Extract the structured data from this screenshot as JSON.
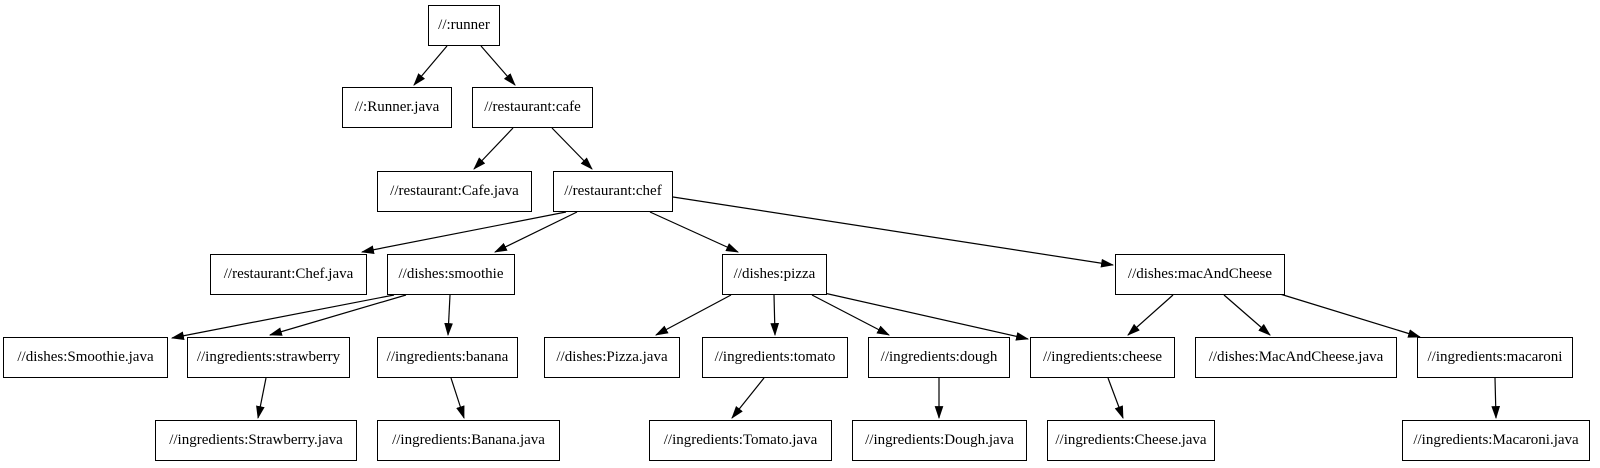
{
  "diagram": {
    "kind": "build-dependency-graph",
    "colors": {
      "background": "#ffffff",
      "node_fill": "#ffffff",
      "node_border": "#000000",
      "edge": "#000000",
      "text": "#000000"
    },
    "nodes": [
      {
        "id": "runner",
        "label": "//:runner"
      },
      {
        "id": "runner-java",
        "label": "//:Runner.java"
      },
      {
        "id": "cafe",
        "label": "//restaurant:cafe"
      },
      {
        "id": "cafe-java",
        "label": "//restaurant:Cafe.java"
      },
      {
        "id": "chef",
        "label": "//restaurant:chef"
      },
      {
        "id": "chef-java",
        "label": "//restaurant:Chef.java"
      },
      {
        "id": "smoothie",
        "label": "//dishes:smoothie"
      },
      {
        "id": "pizza",
        "label": "//dishes:pizza"
      },
      {
        "id": "mac-and-cheese",
        "label": "//dishes:macAndCheese"
      },
      {
        "id": "smoothie-java",
        "label": "//dishes:Smoothie.java"
      },
      {
        "id": "strawberry",
        "label": "//ingredients:strawberry"
      },
      {
        "id": "banana",
        "label": "//ingredients:banana"
      },
      {
        "id": "pizza-java",
        "label": "//dishes:Pizza.java"
      },
      {
        "id": "tomato",
        "label": "//ingredients:tomato"
      },
      {
        "id": "dough",
        "label": "//ingredients:dough"
      },
      {
        "id": "cheese",
        "label": "//ingredients:cheese"
      },
      {
        "id": "mac-and-cheese-java",
        "label": "//dishes:MacAndCheese.java"
      },
      {
        "id": "macaroni",
        "label": "//ingredients:macaroni"
      },
      {
        "id": "strawberry-java",
        "label": "//ingredients:Strawberry.java"
      },
      {
        "id": "banana-java",
        "label": "//ingredients:Banana.java"
      },
      {
        "id": "tomato-java",
        "label": "//ingredients:Tomato.java"
      },
      {
        "id": "dough-java",
        "label": "//ingredients:Dough.java"
      },
      {
        "id": "cheese-java",
        "label": "//ingredients:Cheese.java"
      },
      {
        "id": "macaroni-java",
        "label": "//ingredients:Macaroni.java"
      }
    ],
    "edges": [
      {
        "from": "//:runner",
        "to": "//:Runner.java"
      },
      {
        "from": "//:runner",
        "to": "//restaurant:cafe"
      },
      {
        "from": "//restaurant:cafe",
        "to": "//restaurant:Cafe.java"
      },
      {
        "from": "//restaurant:cafe",
        "to": "//restaurant:chef"
      },
      {
        "from": "//restaurant:chef",
        "to": "//restaurant:Chef.java"
      },
      {
        "from": "//restaurant:chef",
        "to": "//dishes:smoothie"
      },
      {
        "from": "//restaurant:chef",
        "to": "//dishes:pizza"
      },
      {
        "from": "//restaurant:chef",
        "to": "//dishes:macAndCheese"
      },
      {
        "from": "//dishes:smoothie",
        "to": "//dishes:Smoothie.java"
      },
      {
        "from": "//dishes:smoothie",
        "to": "//ingredients:strawberry"
      },
      {
        "from": "//dishes:smoothie",
        "to": "//ingredients:banana"
      },
      {
        "from": "//dishes:pizza",
        "to": "//dishes:Pizza.java"
      },
      {
        "from": "//dishes:pizza",
        "to": "//ingredients:tomato"
      },
      {
        "from": "//dishes:pizza",
        "to": "//ingredients:dough"
      },
      {
        "from": "//dishes:pizza",
        "to": "//ingredients:cheese"
      },
      {
        "from": "//dishes:macAndCheese",
        "to": "//ingredients:cheese"
      },
      {
        "from": "//dishes:macAndCheese",
        "to": "//dishes:MacAndCheese.java"
      },
      {
        "from": "//dishes:macAndCheese",
        "to": "//ingredients:macaroni"
      },
      {
        "from": "//ingredients:strawberry",
        "to": "//ingredients:Strawberry.java"
      },
      {
        "from": "//ingredients:banana",
        "to": "//ingredients:Banana.java"
      },
      {
        "from": "//ingredients:tomato",
        "to": "//ingredients:Tomato.java"
      },
      {
        "from": "//ingredients:dough",
        "to": "//ingredients:Dough.java"
      },
      {
        "from": "//ingredients:cheese",
        "to": "//ingredients:Cheese.java"
      },
      {
        "from": "//ingredients:macaroni",
        "to": "//ingredients:Macaroni.java"
      }
    ]
  }
}
